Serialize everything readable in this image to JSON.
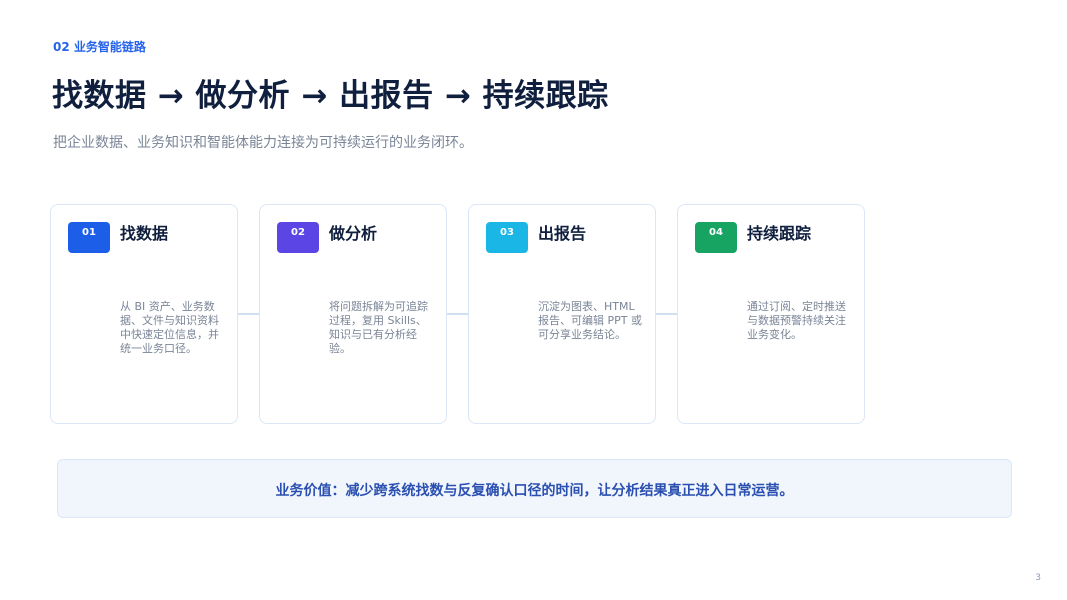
{
  "header": {
    "eyebrow": "02 业务智能链路",
    "title": "找数据 → 做分析 → 出报告 → 持续跟踪",
    "subtitle": "把企业数据、业务知识和智能体能力连接为可持续运行的业务闭环。"
  },
  "steps": [
    {
      "number": "01",
      "title": "找数据",
      "description": "从 BI 资产、业务数据、文件与知识资料中快速定位信息，并统一业务口径。",
      "color": "#1d5ee8"
    },
    {
      "number": "02",
      "title": "做分析",
      "description": "将问题拆解为可追踪过程，复用 Skills、知识与已有分析经验。",
      "color": "#5b46e5"
    },
    {
      "number": "03",
      "title": "出报告",
      "description": "沉淀为图表、HTML 报告、可编辑 PPT 或可分享业务结论。",
      "color": "#19b6e6"
    },
    {
      "number": "04",
      "title": "持续跟踪",
      "description": "通过订阅、定时推送与数据预警持续关注业务变化。",
      "color": "#17a463"
    }
  ],
  "value": {
    "text": "业务价值：减少跨系统找数与反复确认口径的时间，让分析结果真正进入日常运营。"
  },
  "footer": {
    "page_number": "3"
  }
}
